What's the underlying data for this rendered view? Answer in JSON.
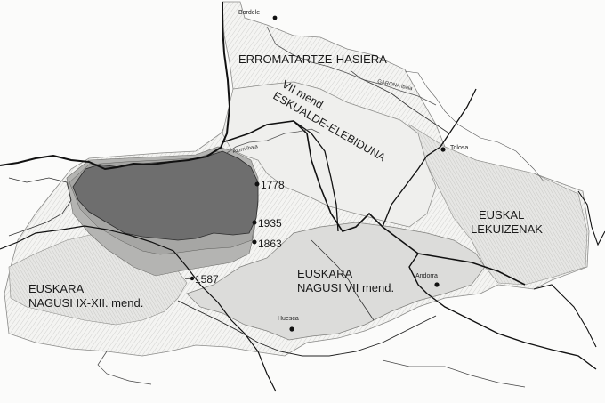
{
  "map": {
    "regions": {
      "erromatartze": "ERROMATARTZE-HASIERA",
      "elebiduna_line1": "VII mend.",
      "elebiduna_line2": "ESKUALDE-ELEBIDUNA",
      "lekuizenak_line1": "EUSKAL",
      "lekuizenak_line2": "LEKUIZENAK",
      "nagusi7_line1": "EUSKARA",
      "nagusi7_line2": "NAGUSI VII mend.",
      "nagusi9_line1": "EUSKARA",
      "nagusi9_line2": "NAGUSI IX-XII. mend."
    },
    "years": [
      "1778",
      "1935",
      "1863",
      "1587"
    ],
    "cities": {
      "bordele": "Bordele",
      "tolosa": "Tolosa",
      "andorra": "Andorra",
      "huesca": "Huesca"
    },
    "rivers": {
      "aturri": "Aturri ibaia",
      "garona": "GARONA ibaia"
    },
    "colors": {
      "core_area": "#707070",
      "mid_area": "#a9a9a9",
      "light_area": "#d6d6d6",
      "hatched_area": "#ececeb",
      "border": "#111111"
    }
  }
}
